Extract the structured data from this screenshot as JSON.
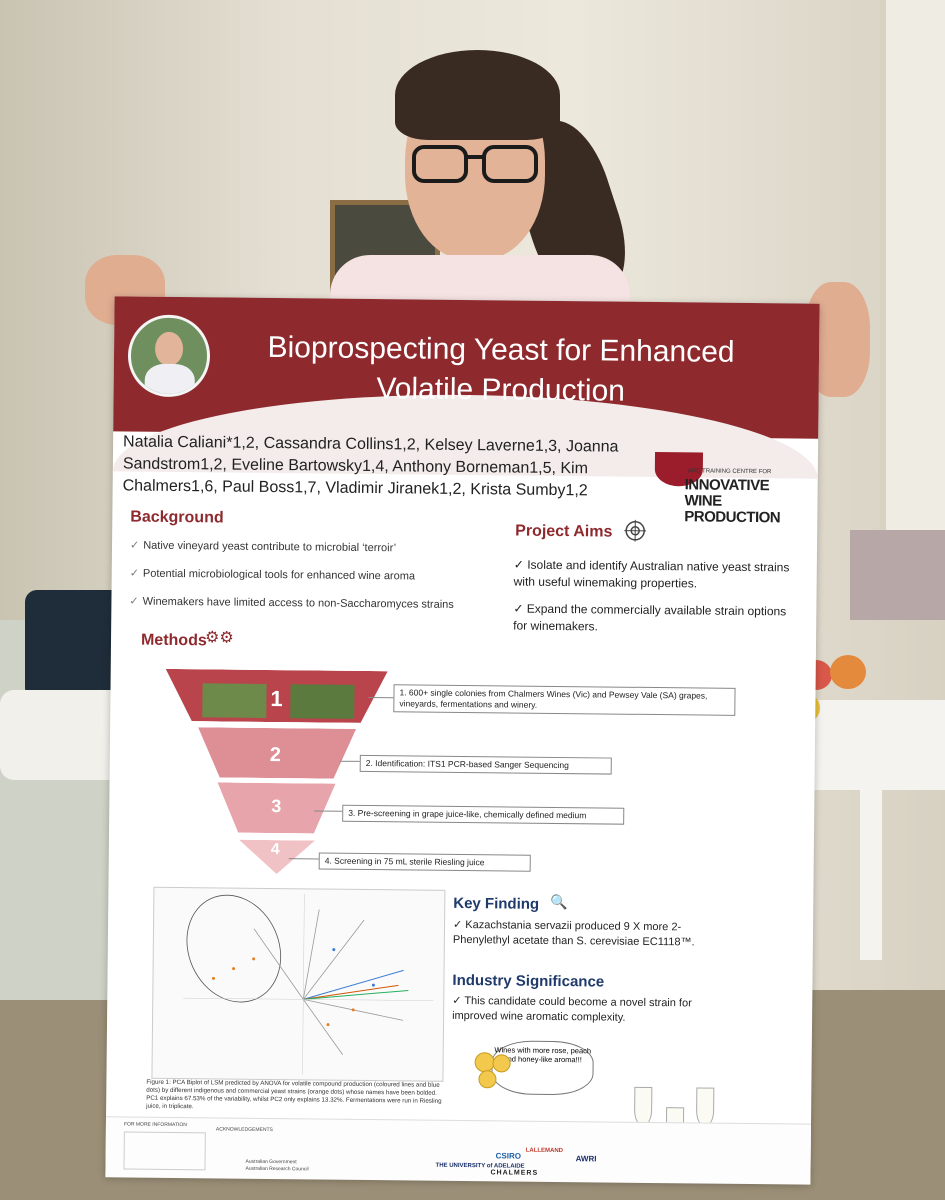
{
  "poster": {
    "title_line1": "Bioprospecting Yeast for Enhanced",
    "title_line2": "Volatile Production",
    "authors_line1": "Natalia Caliani*1,2, Cassandra Collins1,2, Kelsey Laverne1,3, Joanna",
    "authors_line2": "Sandstrom1,2, Eveline Bartowsky1,4, Anthony Borneman1,5, Kim",
    "authors_line3": "Chalmers1,6, Paul Boss1,7, Vladimir Jiranek1,2, Krista Sumby1,2",
    "logo": {
      "subtitle": "ARC TRAINING CENTRE FOR",
      "line1": "INNOVATIVE",
      "line2": "WINE PRODUCTION"
    },
    "background": {
      "heading": "Background",
      "items": [
        "Native vineyard yeast contribute to microbial ‘terroir’",
        "Potential microbiological tools for enhanced wine aroma",
        "Winemakers have limited access to non-Saccharomyces strains"
      ]
    },
    "aims": {
      "heading": "Project Aims",
      "items": [
        "Isolate and identify Australian native yeast strains with useful winemaking properties.",
        "Expand the commercially available strain options for winemakers."
      ]
    },
    "methods": {
      "heading": "Methods",
      "steps": [
        {
          "num": "1",
          "text": "1. 600+ single colonies from Chalmers Wines (Vic) and Pewsey Vale (SA) grapes, vineyards, fermentations and winery."
        },
        {
          "num": "2",
          "text": "2. Identification: ITS1 PCR-based Sanger Sequencing"
        },
        {
          "num": "3",
          "text": "3. Pre-screening in grape juice-like, chemically defined medium"
        },
        {
          "num": "4",
          "text": "4. Screening in 75 mL sterile Riesling juice"
        }
      ]
    },
    "figure_caption": "Figure 1: PCA Biplot of LSM predicted by ANOVA for volatile compound production (coloured lines and blue dots) by different indigenous and commercial yeast strains (orange dots) whose names have been bolded. PC1 explains 67.53% of the variability, whilst PC2 only explains 13.32%. Fermentations were run in Riesling juice, in triplicate.",
    "key_finding": {
      "heading": "Key Finding",
      "text": "Kazachstania servazii produced 9 X more 2-Phenylethyl acetate than S. cerevisiae EC1118™."
    },
    "industry": {
      "heading": "Industry Significance",
      "text": "This candidate could become a novel strain for improved wine aromatic complexity."
    },
    "bubble_text": "Wines with more rose, peach and honey-like aroma!!!",
    "footer": {
      "more_info": "FOR MORE INFORMATION",
      "acknowledgements": "ACKNOWLEDGEMENTS",
      "gov": "Australian Government",
      "arc": "Australian Research Council",
      "adelaide": "THE UNIVERSITY of ADELAIDE",
      "csiro": "CSIRO",
      "lallemand": "LALLEMAND",
      "awri": "AWRI",
      "chalmers": "CHALMERS"
    }
  },
  "colors": {
    "banner": "#8e2a2e",
    "heading": "#8e2a2e",
    "key_heading": "#1f3a6b"
  }
}
